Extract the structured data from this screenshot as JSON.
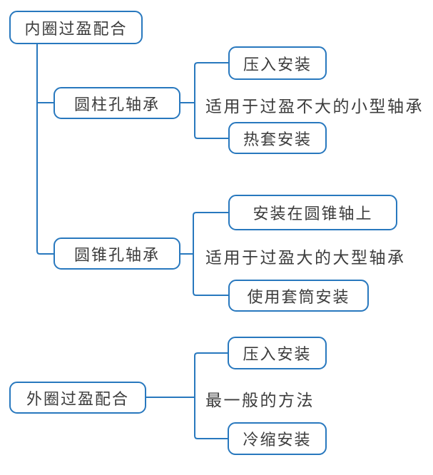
{
  "diagram": {
    "title": "bearing-interference-fit-mindmap",
    "accent_color": "#2878BE",
    "text_color": "#3C3C3C",
    "tree_inner": {
      "root": "内圈过盈配合",
      "branches": [
        {
          "label": "圆柱孔轴承",
          "children": [
            "压入安装",
            "热套安装"
          ],
          "note": "适用于过盈不大的小型轴承"
        },
        {
          "label": "圆锥孔轴承",
          "children": [
            "安装在圆锥轴上",
            "使用套筒安装"
          ],
          "note": "适用于过盈大的大型轴承"
        }
      ]
    },
    "tree_outer": {
      "root": "外圈过盈配合",
      "children": [
        "压入安装",
        "冷缩安装"
      ],
      "note": "最一般的方法"
    }
  }
}
